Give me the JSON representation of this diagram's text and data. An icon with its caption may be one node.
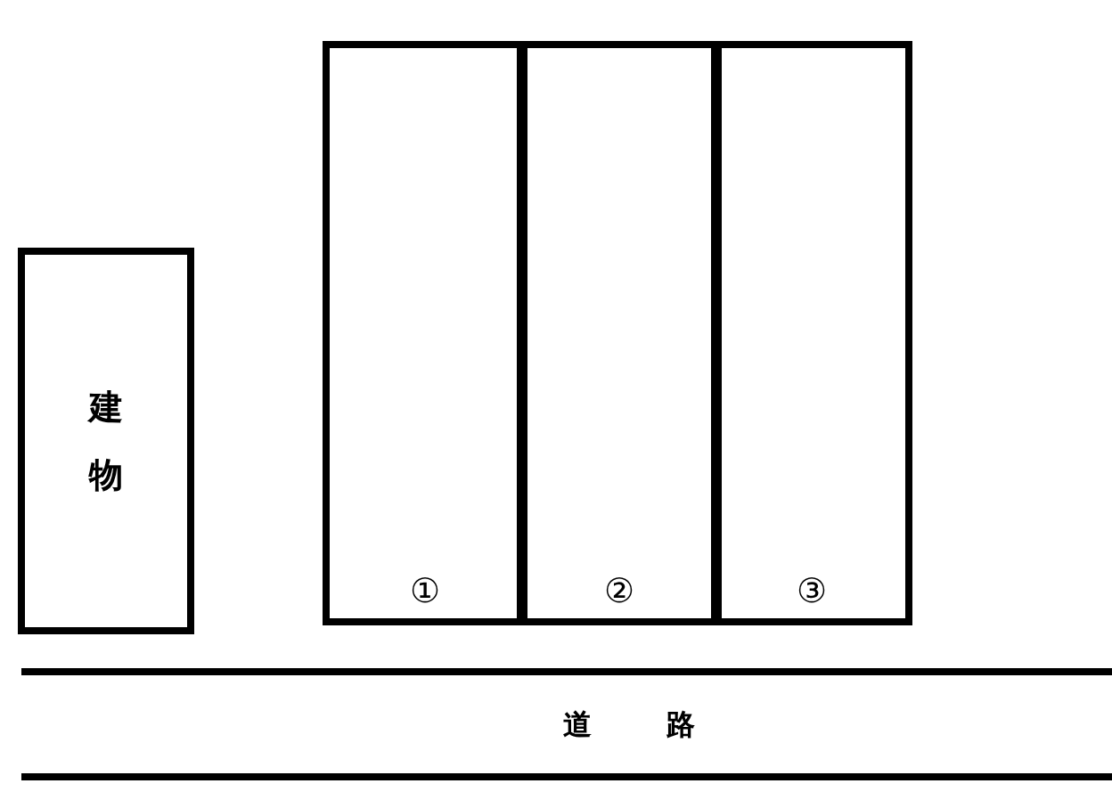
{
  "diagram": {
    "nodes": [
      {
        "text": [
          "建物"
        ]
      },
      {
        "text": [
          "①"
        ]
      },
      {
        "text": [
          "②"
        ]
      },
      {
        "text": [
          "③"
        ]
      },
      {
        "text": [
          "道路"
        ]
      }
    ]
  }
}
